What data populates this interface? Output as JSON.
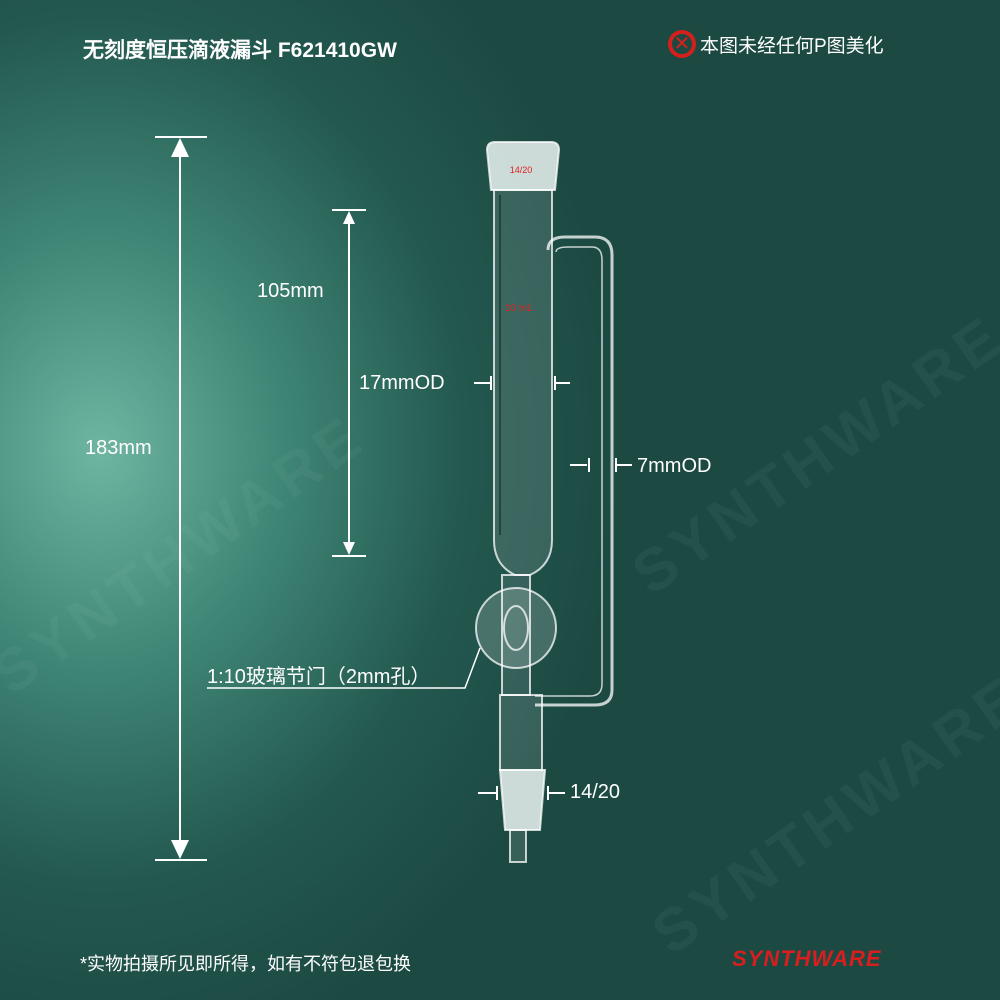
{
  "title": "无刻度恒压滴液漏斗   F621410GW",
  "notice": {
    "icon": "x-circle-icon",
    "text": "本图未经任何P图美化"
  },
  "dimensions": {
    "total_height": "183mm",
    "tube_length": "105mm",
    "tube_od": "17mmOD",
    "arm_od": "7mmOD",
    "stopcock": "1:10玻璃节门（2mm孔）",
    "bottom_joint": "14/20"
  },
  "glass_markings": {
    "top_joint": "14/20",
    "volume": "10 mL"
  },
  "footer": {
    "note": "*实物拍摄所见即所得，如有不符包退包换",
    "brand": "SYNTHWARE"
  },
  "watermark": "SYNTHWARE",
  "colors": {
    "brand": "#d81e1e",
    "background": "#23584f"
  }
}
